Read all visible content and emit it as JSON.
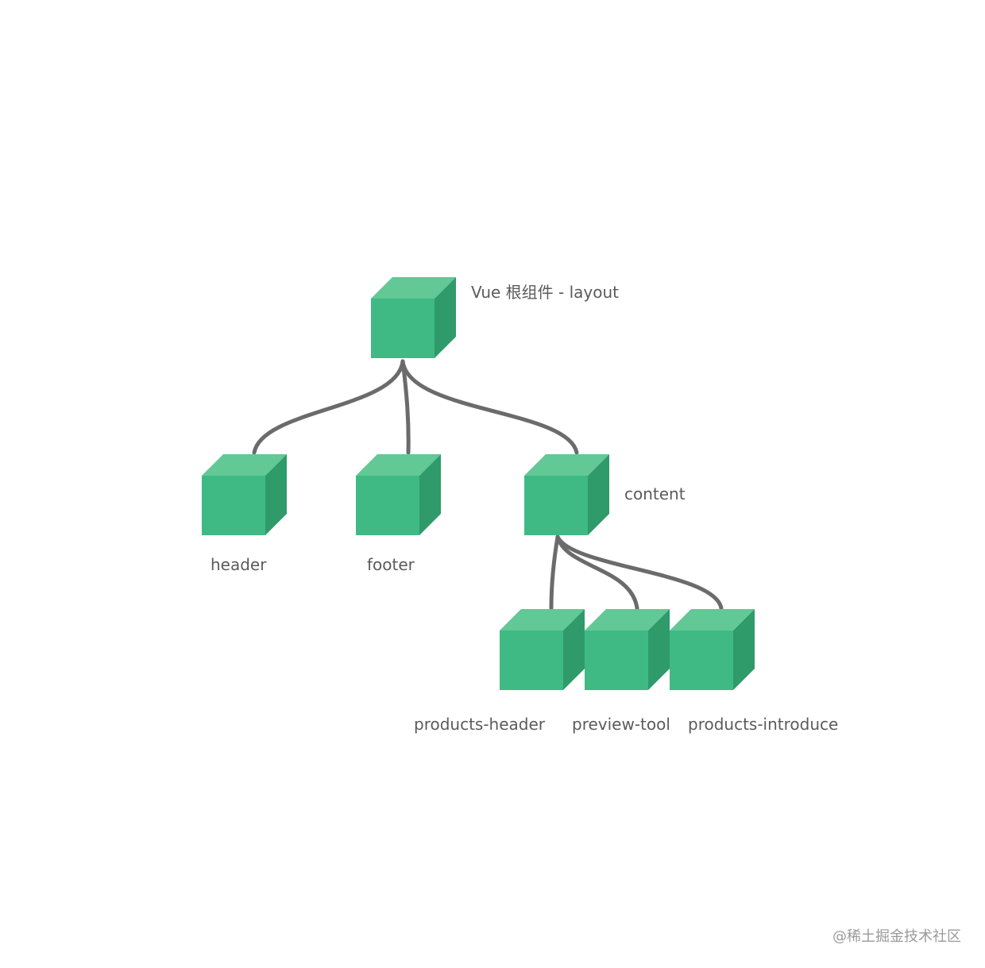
{
  "colors": {
    "cube_front": "#3fba84",
    "cube_top": "#62c895",
    "cube_side": "#2f9a6a",
    "edge": "#6b6b6b",
    "label": "#5b5b5b"
  },
  "nodes": [
    {
      "id": "root",
      "label": "Vue 根组件 - layout"
    },
    {
      "id": "header",
      "label": "header"
    },
    {
      "id": "footer",
      "label": "footer"
    },
    {
      "id": "content",
      "label": "content"
    },
    {
      "id": "products-header",
      "label": "products-header"
    },
    {
      "id": "preview-tool",
      "label": "preview-tool"
    },
    {
      "id": "products-introduce",
      "label": "products-introduce"
    }
  ],
  "edges": [
    {
      "from": "root",
      "to": "header"
    },
    {
      "from": "root",
      "to": "footer"
    },
    {
      "from": "root",
      "to": "content"
    },
    {
      "from": "content",
      "to": "products-header"
    },
    {
      "from": "content",
      "to": "preview-tool"
    },
    {
      "from": "content",
      "to": "products-introduce"
    }
  ],
  "watermark": "@稀土掘金技术社区"
}
